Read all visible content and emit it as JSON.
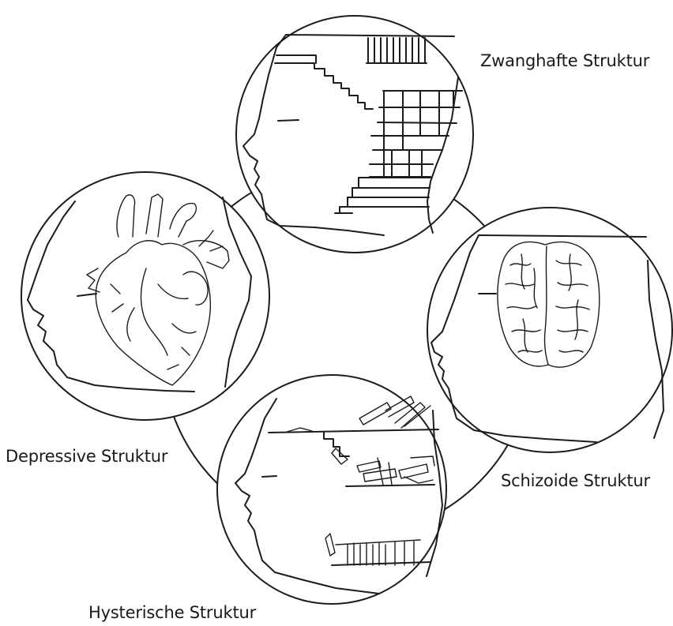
{
  "labels": {
    "top": "Zwanghafte Struktur",
    "left": "Depressive Struktur",
    "right": "Schizoide Struktur",
    "bottom": "Hysterische Struktur"
  },
  "colors": {
    "ink": "#1c1c1c",
    "background": "#ffffff"
  },
  "icons": {
    "top": "stairs-grid-head-icon",
    "left": "heart-head-icon",
    "right": "brain-head-icon",
    "bottom": "books-shelves-head-icon"
  }
}
